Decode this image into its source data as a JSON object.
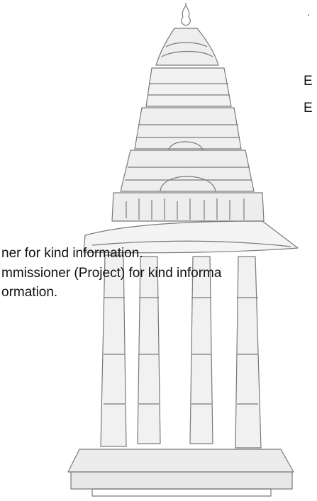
{
  "page": {
    "background": "#ffffff",
    "text_color": "#111111",
    "watermark_color": "#7a7a7a",
    "watermark_icon": "temple-gopuram-icon"
  },
  "right_fragment": {
    "top_mark": ".",
    "line1": "E",
    "line2": "E"
  },
  "body_lines": [
    "ner for kind information.",
    "mmissioner (Project) for kind informa",
    "ormation."
  ]
}
